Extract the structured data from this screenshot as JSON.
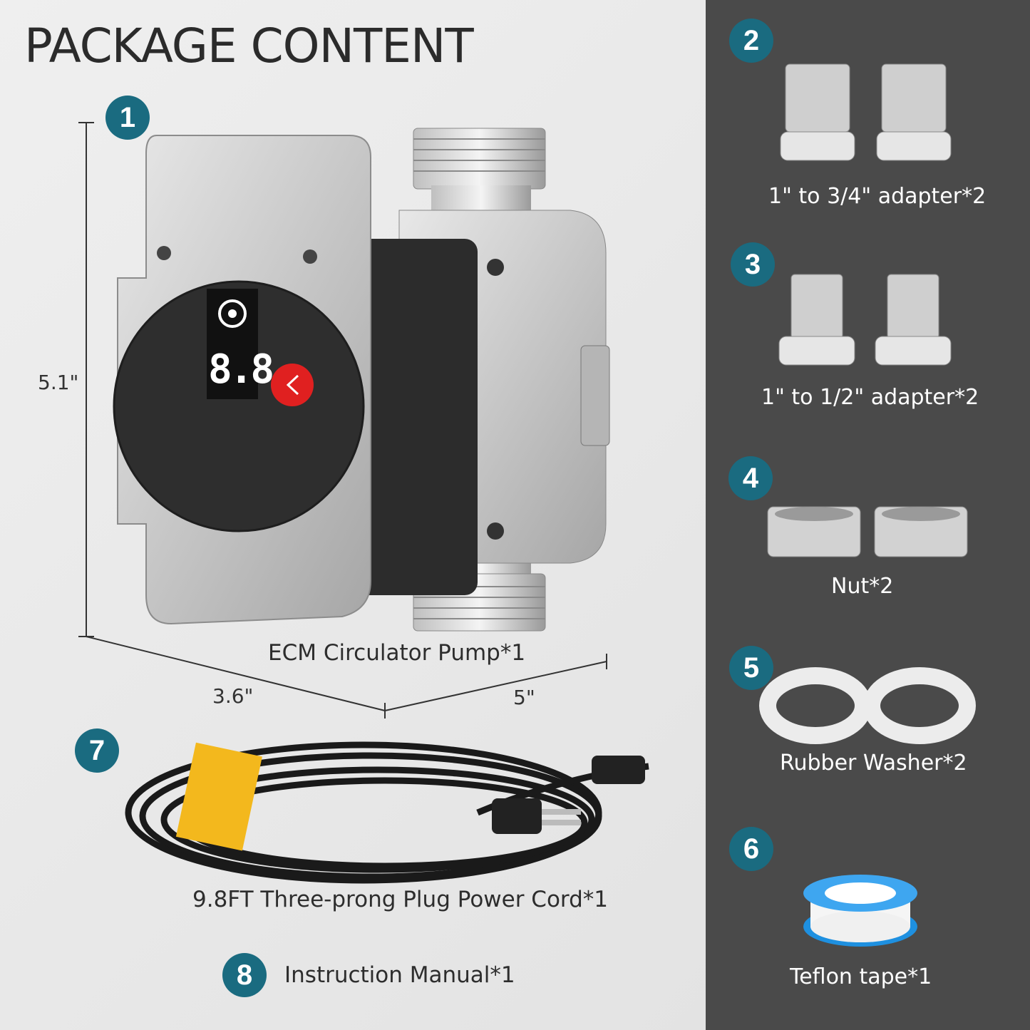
{
  "title": "PACKAGE CONTENT",
  "colors": {
    "badge": "#1a6b80",
    "left_bg": "#e9e9e9",
    "right_bg": "#4a4a4a"
  },
  "dimensions": {
    "height": "5.1\"",
    "depth": "3.6\"",
    "width": "5\""
  },
  "display": "8.8",
  "items": [
    {
      "number": "1",
      "label": "ECM Circulator Pump*1"
    },
    {
      "number": "2",
      "label": "1\" to 3/4\" adapter*2"
    },
    {
      "number": "3",
      "label": "1\" to 1/2\" adapter*2"
    },
    {
      "number": "4",
      "label": "Nut*2"
    },
    {
      "number": "5",
      "label": "Rubber Washer*2"
    },
    {
      "number": "6",
      "label": "Teflon tape*1"
    },
    {
      "number": "7",
      "label": "9.8FT Three-prong Plug Power Cord*1"
    },
    {
      "number": "8",
      "label": "Instruction Manual*1"
    }
  ]
}
